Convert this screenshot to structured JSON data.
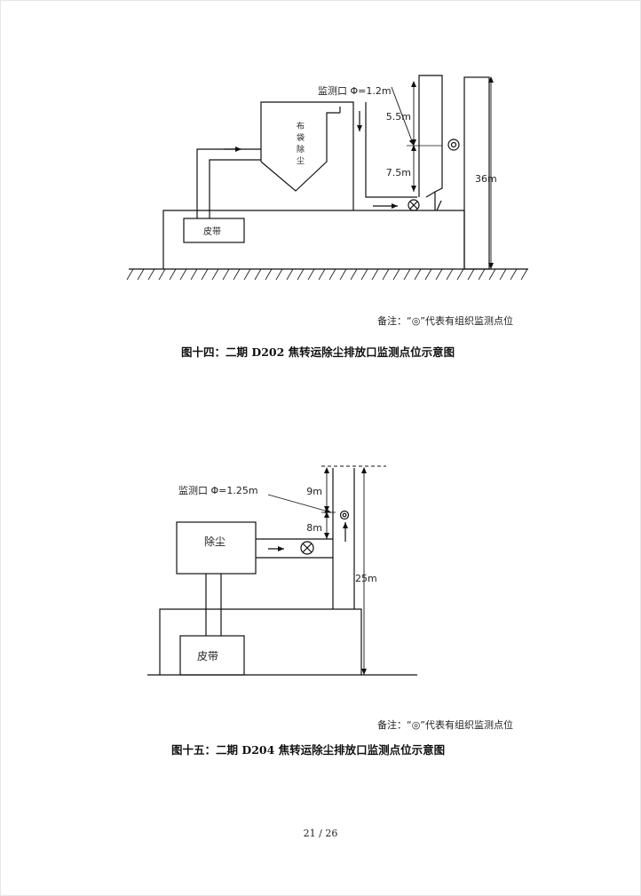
{
  "figure14": {
    "label_monitor_port": "监测口 Φ=1.2m",
    "label_baghouse": [
      "布",
      "袋",
      "除",
      "尘"
    ],
    "label_belt": "皮带",
    "dim_top": "5.5m",
    "dim_bottom": "7.5m",
    "dim_stack": "36m",
    "note": "备注：“◎”代表有组织监测点位",
    "caption": "图十四：二期 D202 焦转运除尘排放口监测点位示意图"
  },
  "figure15": {
    "label_monitor_port": "监测口 Φ=1.25m",
    "label_dust": "除尘",
    "label_belt": "皮带",
    "dim_top": "9m",
    "dim_bottom": "8m",
    "dim_stack": "25m",
    "note": "备注：“◎”代表有组织监测点位",
    "caption": "图十五：二期 D204 焦转运除尘排放口监测点位示意图"
  },
  "page_number": "21 / 26"
}
